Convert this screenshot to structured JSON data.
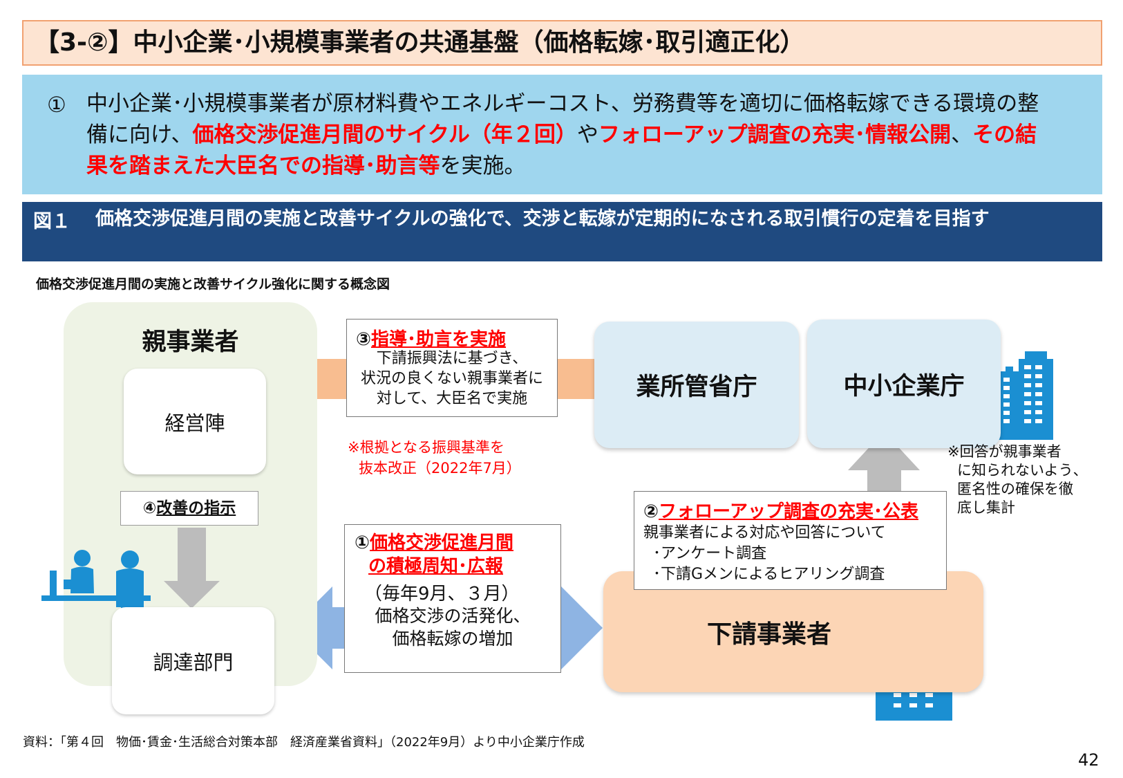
{
  "title": "【3-②】中小企業･小規模事業者の共通基盤（価格転嫁･取引適正化）",
  "summary": {
    "number": "①",
    "part1": "中小企業･小規模事業者が原材料費やエネルギーコスト、労務費等を適切に価格転嫁できる環境の整備に向け、",
    "em1": "価格交渉促進月間のサイクル（年２回）",
    "part2": "や",
    "em2": "フォローアップ調査の充実･情報公開",
    "part3": "、",
    "em3": "その結果を踏まえた大臣名での指導･助言等",
    "part4": "を実施。"
  },
  "figure": {
    "number": "図１",
    "title": "価格交渉促進月間の実施と改善サイクルの強化で、交渉と転嫁が定期的になされる取引慣行の定着を目指す"
  },
  "caption": "価格交渉促進月間の実施と改善サイクル強化に関する概念図",
  "diagram": {
    "parent": {
      "title": "親事業者",
      "management": "経営陣",
      "procurement": "調達部門",
      "instruction_prefix": "④",
      "instruction_label": "改善の指示"
    },
    "ministry": "業所管省庁",
    "sme_agency": "中小企業庁",
    "subcontractor": "下請事業者",
    "guidance": {
      "prefix": "③",
      "title": "指導･助言を実施",
      "lines": [
        "下請振興法に基づき、",
        "状況の良くない親事業者に",
        "対して、大臣名で実施"
      ]
    },
    "basis_note": {
      "line1": "※根拠となる振興基準を",
      "line2": "抜本改正（2022年7月）"
    },
    "promotion": {
      "prefix": "①",
      "title1": "価格交渉促進月間",
      "title2": "の積極周知･広報",
      "frequency": "（毎年9月、３月）",
      "lines": [
        "価格交渉の活発化、",
        "価格転嫁の増加"
      ]
    },
    "survey": {
      "prefix": "②",
      "title": "フォローアップ調査の充実･公表",
      "intro": "親事業者による対応や回答について",
      "items": [
        "･アンケート調査",
        "･下請Gメンによるヒアリング調査"
      ]
    },
    "anon_note": [
      "※回答が親事業者",
      "に知られないよう、",
      "匿名性の確保を徹",
      "底し集計"
    ],
    "icons": [
      "meeting-people-icon",
      "office-building-icon",
      "factory-icon"
    ],
    "colors": {
      "highlight": "#ff0000",
      "summary_bg": "#9fd6ee",
      "figure_header_bg": "#1f4a80",
      "parent_panel": "#eef3e5",
      "agency_box": "#dcecf5",
      "subcontractor_box": "#fcd5b5",
      "arrow_orange": "#f8bd90",
      "arrow_gray": "#bcbcbc",
      "arrow_blue": "#8eb4e3",
      "icon_blue": "#1b8fd2"
    }
  },
  "source": "資料：「第４回　物価･賃金･生活総合対策本部　経済産業省資料」（2022年9月）より中小企業庁作成",
  "page_number": "42"
}
